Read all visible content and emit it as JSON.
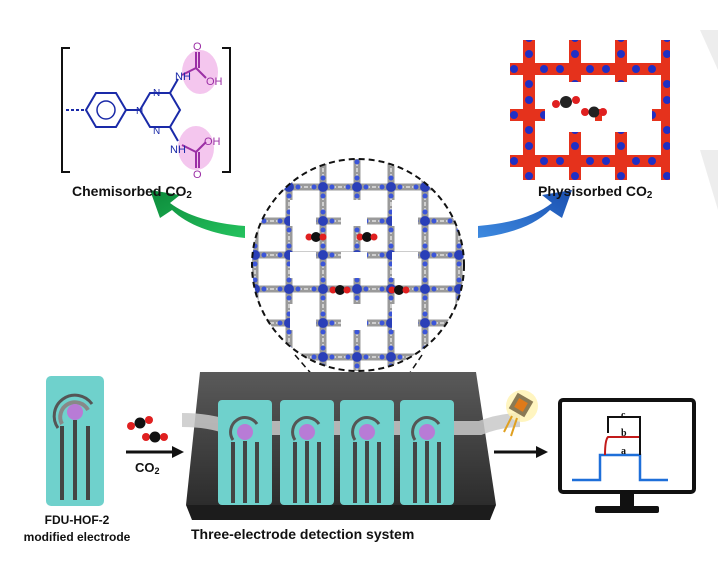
{
  "labels": {
    "chemisorbed": "Chemisorbed CO",
    "physisorbed": "Physisorbed CO",
    "co2_arrow": "CO",
    "co2_subscript": "2",
    "electrode_line1": "FDU-HOF-2",
    "electrode_line2": "modified electrode",
    "system": "Three-electrode detection system"
  },
  "chem_structure": {
    "atoms": [
      "NH",
      "NH",
      "OH",
      "OH",
      "O",
      "O",
      "N",
      "N",
      "N"
    ]
  },
  "monitor_curve_labels": [
    "c",
    "b",
    "a"
  ],
  "colors": {
    "teal": "#6fd1cc",
    "purple": "#9b2fa5",
    "blue_arrow": "#2067c4",
    "green_arrow": "#14a84b",
    "red_line": "#c21a1a",
    "blue_line": "#1e6fd9"
  }
}
